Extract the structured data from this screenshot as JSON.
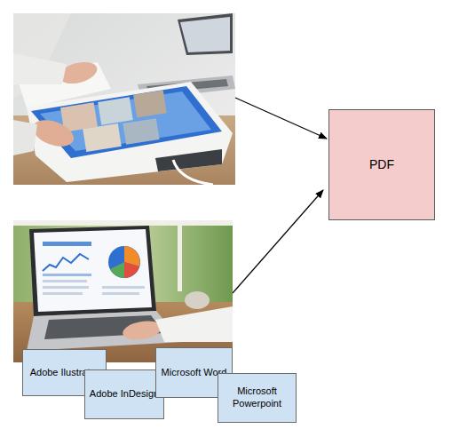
{
  "diagram": {
    "nodes": [
      {
        "text": [
          "PDF"
        ]
      },
      {
        "text": [
          "Adobe Ilustrator"
        ]
      },
      {
        "text": [
          "Adobe InDesign"
        ]
      },
      {
        "text": [
          "Microsoft Word"
        ]
      },
      {
        "text": [
          "Microsoft Powerpoint"
        ]
      }
    ]
  }
}
